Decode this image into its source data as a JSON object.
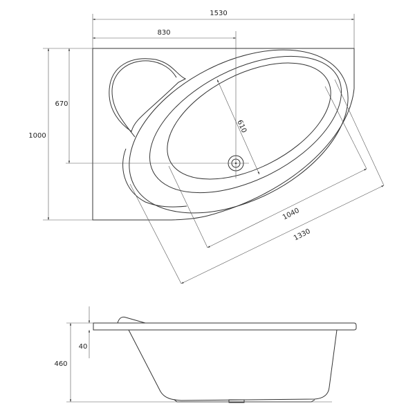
{
  "drawing": {
    "top_view": {
      "dimensions": {
        "overall_length": "1530",
        "drain_offset_x": "830",
        "overall_width": "1000",
        "drain_offset_y": "670",
        "basin_width": "610",
        "basin_length": "1040",
        "rim_length": "1330"
      }
    },
    "side_view": {
      "dimensions": {
        "height": "460",
        "rim_thickness": "40"
      }
    },
    "line_color": "#333333"
  }
}
